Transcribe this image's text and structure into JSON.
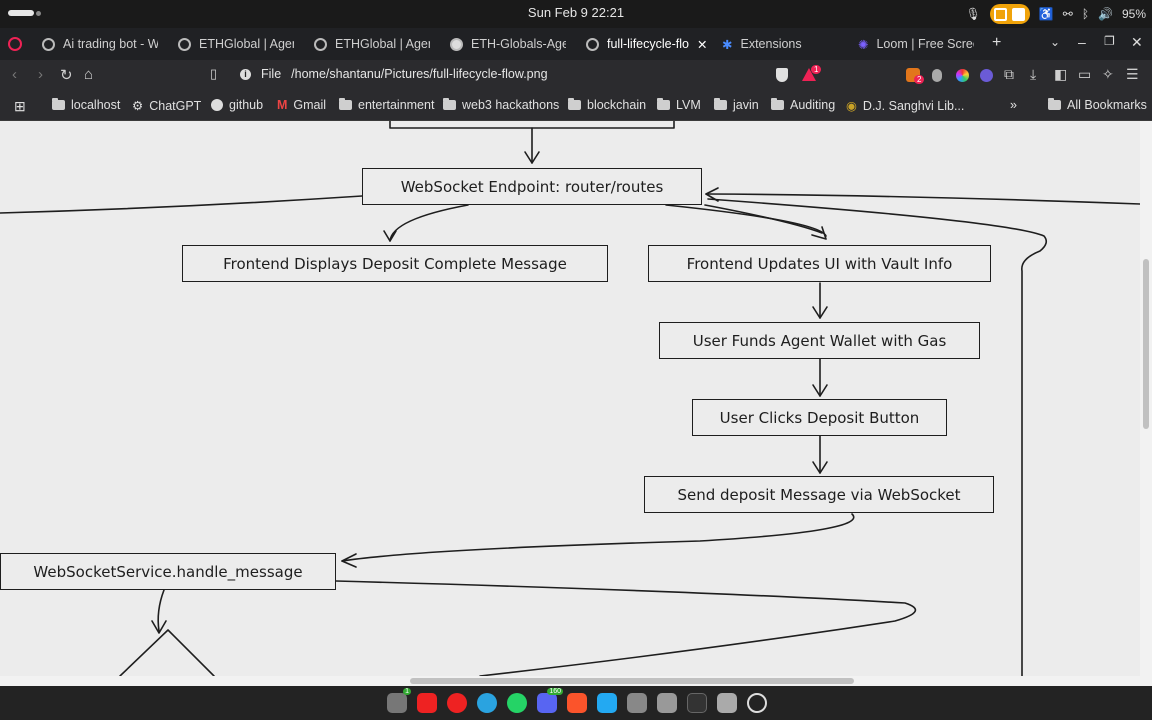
{
  "system": {
    "clock": "Sun Feb 9  22:21",
    "battery": "95%"
  },
  "tabs": [
    {
      "label": "Ai trading bot - We"
    },
    {
      "label": "ETHGlobal | Agent"
    },
    {
      "label": "ETHGlobal | Agent"
    },
    {
      "label": "ETH-Globals-Age"
    },
    {
      "label": "full-lifecycle-flo"
    },
    {
      "label": "Extensions"
    },
    {
      "label": "Loom | Free Scree"
    }
  ],
  "nav": {
    "scheme": "File",
    "url": "/home/shantanu/Pictures/full-lifecycle-flow.png",
    "brave_badge": "1",
    "ext_badge": "2"
  },
  "bookmarks": [
    {
      "label": "localhost"
    },
    {
      "label": "ChatGPT"
    },
    {
      "label": "github"
    },
    {
      "label": "Gmail"
    },
    {
      "label": "entertainment"
    },
    {
      "label": "web3 hackathons"
    },
    {
      "label": "blockchain"
    },
    {
      "label": "LVM"
    },
    {
      "label": "javin"
    },
    {
      "label": "Auditing"
    },
    {
      "label": "D.J. Sanghvi Lib..."
    }
  ],
  "all_bookmarks": "All Bookmarks",
  "diagram": {
    "nodes": {
      "ws_endpoint": "WebSocket Endpoint: router/routes",
      "frontend_deposit_complete": "Frontend Displays Deposit Complete Message",
      "frontend_updates_ui": "Frontend Updates UI with Vault Info",
      "user_funds_wallet": "User Funds Agent Wallet with Gas",
      "user_clicks_deposit": "User Clicks Deposit Button",
      "send_deposit": "Send deposit Message via WebSocket",
      "ws_service": "WebSocketService.handle_message"
    }
  },
  "dock_badges": {
    "files": "1",
    "discord": "160"
  }
}
